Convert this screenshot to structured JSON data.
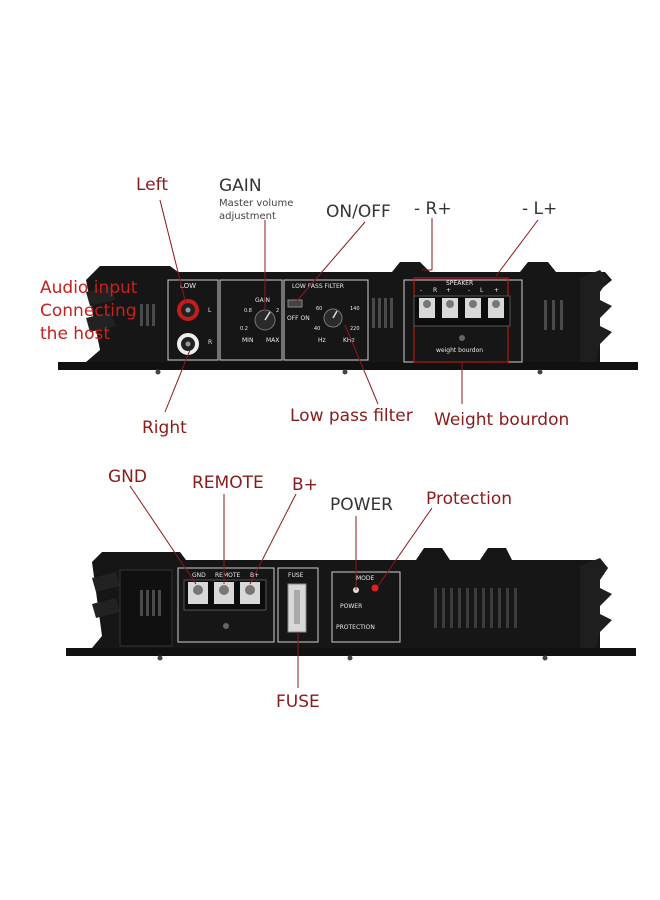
{
  "colors": {
    "callout": "#8b1a1a",
    "red_text": "#c8201c",
    "chassis": "#151515",
    "panel_text": "#e8e8e8",
    "led": "#e0201c"
  },
  "top_amp": {
    "callouts": {
      "left": "Left",
      "gain": "GAIN",
      "gain_sub1": "Master volume",
      "gain_sub2": "adjustment",
      "on_off": "ON/OFF",
      "r_plus": "- R+",
      "l_plus": "- L+",
      "audio1": "Audio input",
      "audio2": "Connecting",
      "audio3": "the host",
      "right": "Right",
      "low_pass": "Low pass filter",
      "weight": "Weight bourdon"
    },
    "panel": {
      "low": "LOW",
      "l": "L",
      "r": "R",
      "gain": "GAIN",
      "g_08": "0.8",
      "g_02": "0.2",
      "g_2": "2",
      "g_min": "MIN",
      "g_max": "MAX",
      "lpf": "LOW PASS FILTER",
      "off_on": "OFF ON",
      "f_60": "60",
      "f_40": "40",
      "f_140": "140",
      "f_220": "220",
      "hz": "Hz",
      "khz": "KHz",
      "speaker": "SPEAKER",
      "sp_minus1": "-",
      "sp_r": "R",
      "sp_plus1": "+",
      "sp_minus2": "-",
      "sp_l": "L",
      "sp_plus2": "+",
      "weight": "weight bourdon"
    }
  },
  "bottom_amp": {
    "callouts": {
      "gnd": "GND",
      "remote": "REMOTE",
      "bplus": "B+",
      "power": "POWER",
      "protection": "Protection",
      "fuse": "FUSE"
    },
    "panel": {
      "gnd": "GND",
      "remote": "REMOTE",
      "bplus": "B+",
      "fuse": "FUSE",
      "mode": "MODE",
      "power": "POWER",
      "protection": "PROTECTION"
    }
  }
}
